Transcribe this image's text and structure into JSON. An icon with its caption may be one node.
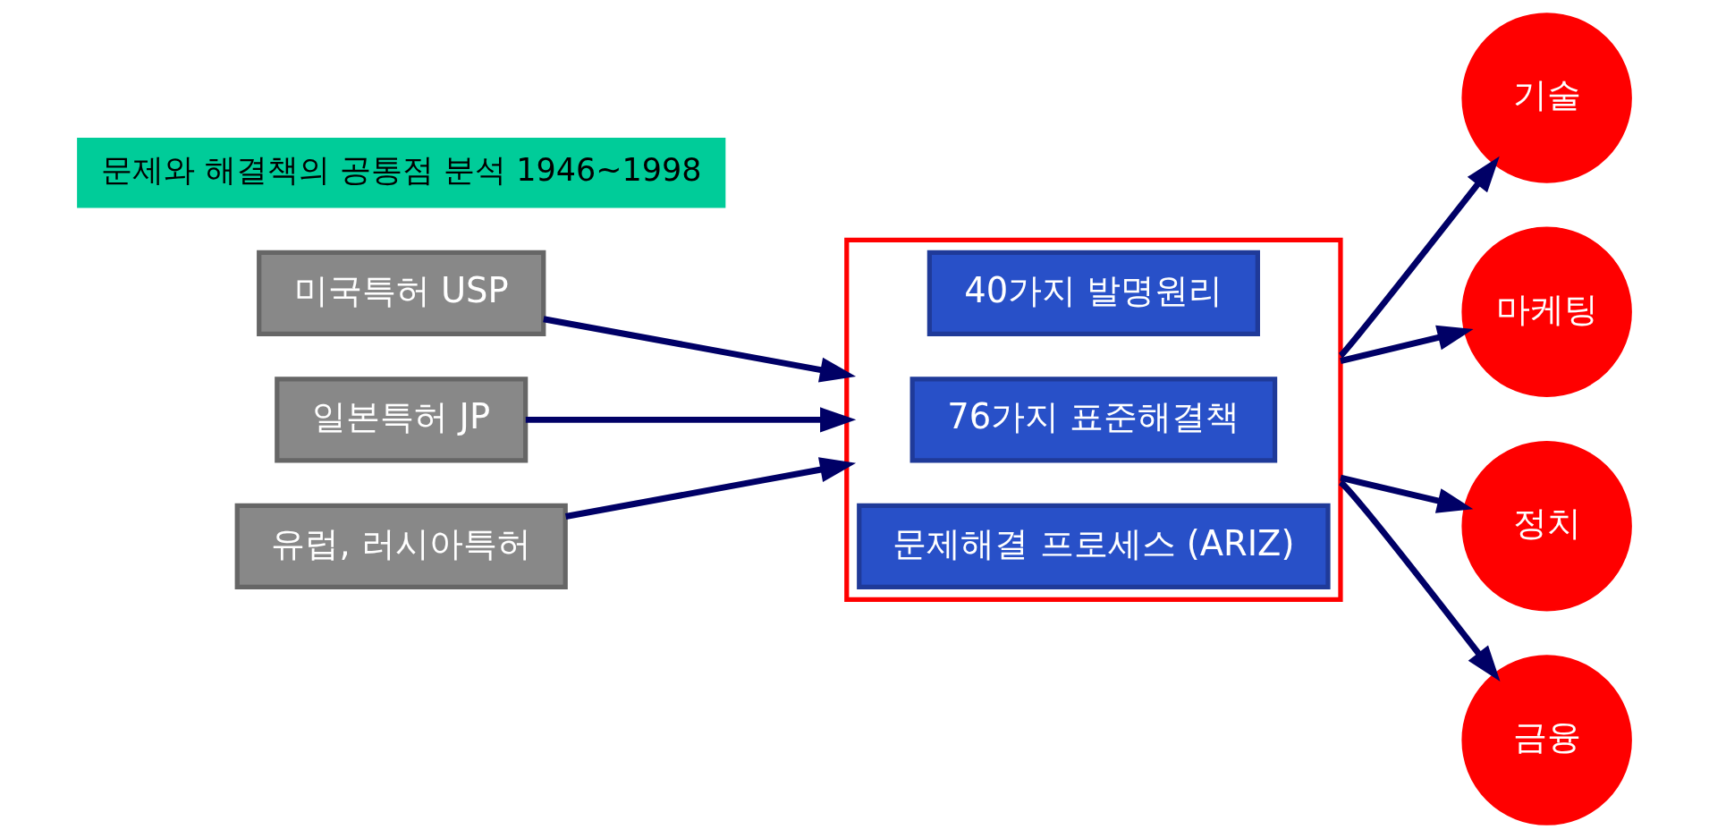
{
  "diagram": {
    "nodes": [
      {
        "text": [
          "미국특허 USP"
        ]
      },
      {
        "text": [
          "일본특허 JP"
        ]
      },
      {
        "text": [
          "유럽, 러시아특허"
        ]
      },
      {
        "text": [
          "문제와 해결책의 공통점 분석 1946~1998"
        ]
      },
      {
        "text": [],
        "shape": "box"
      },
      {
        "text": [
          "40가지 발명원리"
        ],
        "in": 4
      },
      {
        "text": [
          "76가지 표준해결책"
        ],
        "in": 4
      },
      {
        "text": [
          "문제해결 프로세스 (ARIZ)"
        ],
        "in": 4
      },
      {
        "text": [
          "기술"
        ]
      },
      {
        "text": [
          "마케팅"
        ]
      },
      {
        "text": [
          "정치"
        ]
      },
      {
        "text": [
          "금융"
        ]
      }
    ],
    "edges": [
      {
        "from": 0,
        "to": 4,
        "arrow": "to"
      },
      {
        "from": 1,
        "to": 4,
        "arrow": "to"
      },
      {
        "from": 2,
        "to": 4,
        "arrow": "to"
      },
      {
        "from": 4,
        "to": 8,
        "arrow": "to"
      },
      {
        "from": 4,
        "to": 9,
        "arrow": "to"
      },
      {
        "from": 4,
        "to": 10,
        "arrow": "to"
      },
      {
        "from": 4,
        "to": 11,
        "arrow": "to"
      }
    ]
  }
}
